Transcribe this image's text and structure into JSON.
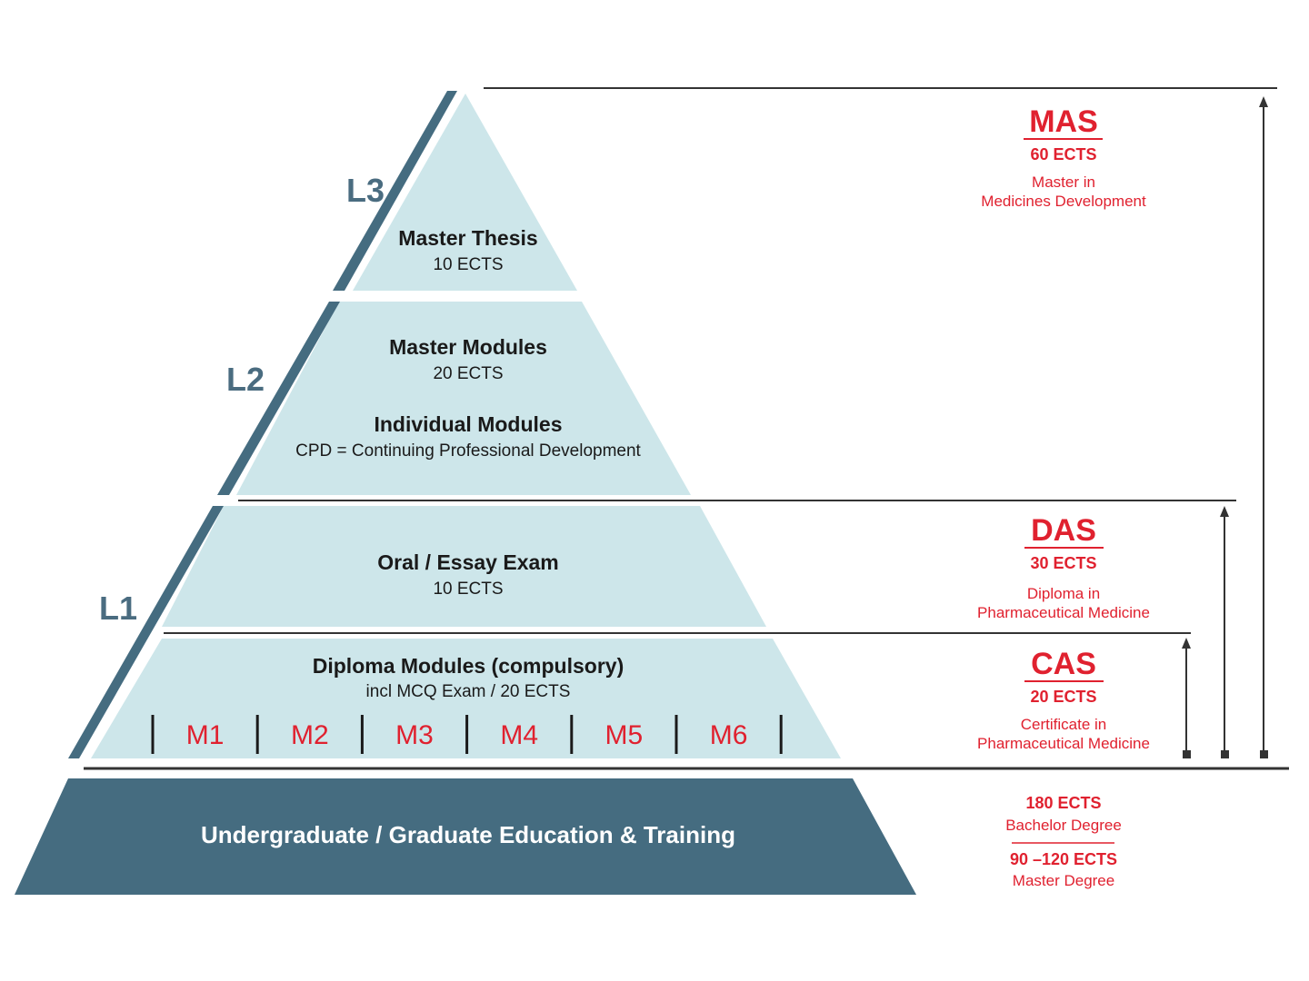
{
  "colors": {
    "tier_fill": "#cde6ea",
    "base_fill": "#456c80",
    "edge_stripe": "#456c80",
    "accent_red": "#e0212f",
    "text_dark": "#1a1a1a",
    "rule_line": "#333333"
  },
  "levels": {
    "l3": "L3",
    "l2": "L2",
    "l1": "L1"
  },
  "tiers": {
    "thesis": {
      "title": "Master Thesis",
      "ects": "10 ECTS"
    },
    "master_modules": {
      "title": "Master Modules",
      "ects": "20 ECTS"
    },
    "individual_modules": {
      "title": "Individual Modules",
      "desc": "CPD = Continuing Professional Development"
    },
    "oral_exam": {
      "title": "Oral / Essay Exam",
      "ects": "10 ECTS"
    },
    "diploma_modules": {
      "title": "Diploma Modules (compulsory)",
      "desc": "incl MCQ Exam / 20 ECTS"
    }
  },
  "modules": [
    "M1",
    "M2",
    "M3",
    "M4",
    "M5",
    "M6"
  ],
  "base": {
    "label": "Undergraduate / Graduate Education & Training"
  },
  "awards": {
    "mas": {
      "code": "MAS",
      "ects": "60 ECTS",
      "line1": "Master in",
      "line2": "Medicines Development"
    },
    "das": {
      "code": "DAS",
      "ects": "30 ECTS",
      "line1": "Diploma in",
      "line2": "Pharmaceutical Medicine"
    },
    "cas": {
      "code": "CAS",
      "ects": "20 ECTS",
      "line1": "Certificate in",
      "line2": "Pharmaceutical Medicine"
    }
  },
  "prerequisites": {
    "bachelor": {
      "ects": "180 ECTS",
      "label": "Bachelor Degree"
    },
    "master": {
      "ects": "90 –120 ECTS",
      "label": "Master Degree"
    }
  }
}
